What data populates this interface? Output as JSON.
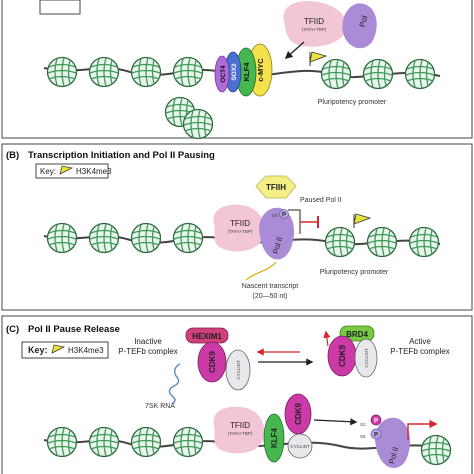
{
  "panelA": {
    "tfiid": "TFIID",
    "tfiid_sub": "(TAFs+TBP)",
    "pol_label": "Pol",
    "factors": [
      "c-MYC",
      "KLF4",
      "SOX2",
      "OCT4"
    ],
    "promoter": "Pluripotency promoter"
  },
  "panelB": {
    "letter": "(B)",
    "title": "Transcription Initiation and Pol II Pausing",
    "key_label": "Key:",
    "key_value": "H3K4me3",
    "tfiih": "TFIIH",
    "paused": "Paused Pol II",
    "tfiid": "TFIID",
    "tfiid_sub": "(TAFs+TBP)",
    "s5": "S5",
    "p": "P",
    "pol2": "Pol II",
    "nascent": "Nascent transcript",
    "nascent_len": "(20—50 nt)",
    "promoter": "Pluripotency promoter"
  },
  "panelC": {
    "letter": "(C)",
    "title": "Pol II Pause Release",
    "key_label": "Key:",
    "key_value": "H3K4me3",
    "hexim": "HEXIM1",
    "inactive1": "Inactive",
    "inactive2": "P-TEFb complex",
    "brd4": "BRD4",
    "active1": "Active",
    "active2": "P-TEFb complex",
    "cdk9": "CDK9",
    "cyclin": "CYCLINT",
    "rna": "7SK RNA",
    "tfiid": "TFIID",
    "tfiid_sub": "(TAFs+TBP)",
    "klf4": "KLF4",
    "s2": "S2",
    "s5": "S5",
    "p": "P",
    "pol2": "Pol II"
  },
  "colors": {
    "nucleosome": "#3f9a58",
    "tfiid": "#f2c6d6",
    "pol": "#a98bd6",
    "cmyc": "#f4e14b",
    "klf4": "#46b64e",
    "sox2": "#4a6fd1",
    "oct4": "#b06ad9",
    "tfiih": "#f3ef86",
    "hexim": "#d0407a",
    "cdk9": "#cc3aa7",
    "brd4": "#7ac943",
    "key_triangle": "#ebe23a",
    "arrow_red": "#d4262c"
  },
  "icons": [
    "nucleosome-icon",
    "h3k4me3-flag-icon",
    "phosphate-icon",
    "stop-bar-icon"
  ]
}
